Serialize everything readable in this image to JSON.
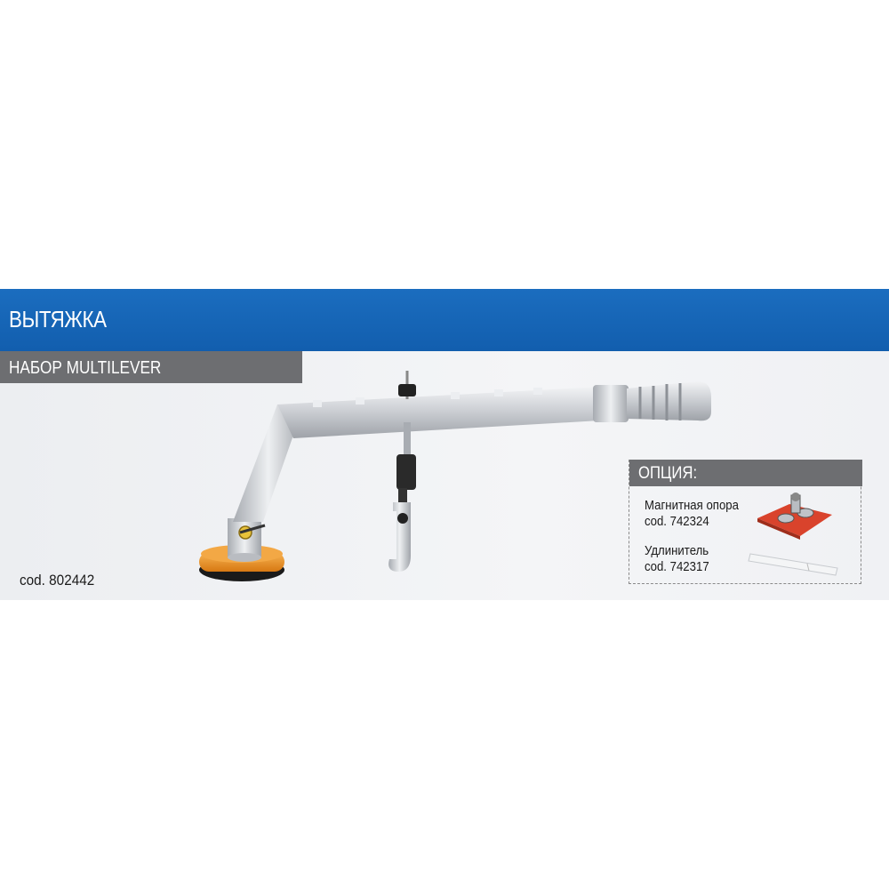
{
  "header": {
    "title": "ВЫТЯЖКА",
    "subtitle": "НАБОР MULTILEVER"
  },
  "product": {
    "code": "cod. 802442",
    "image_icon": "multilever-puller-image"
  },
  "options": {
    "title": "ОПЦИЯ:",
    "items": [
      {
        "name": "Магнитная опора",
        "code": "cod. 742324",
        "icon": "magnetic-support-image"
      },
      {
        "name": "Удлинитель",
        "code": "cod. 742317",
        "icon": "extension-rod-image"
      }
    ]
  },
  "colors": {
    "title_bar": "#125eae",
    "sub_bar": "#6d6e71",
    "panel": "#eceef1",
    "foot_orange": "#e58a1f",
    "magnet_red": "#e0452e"
  }
}
